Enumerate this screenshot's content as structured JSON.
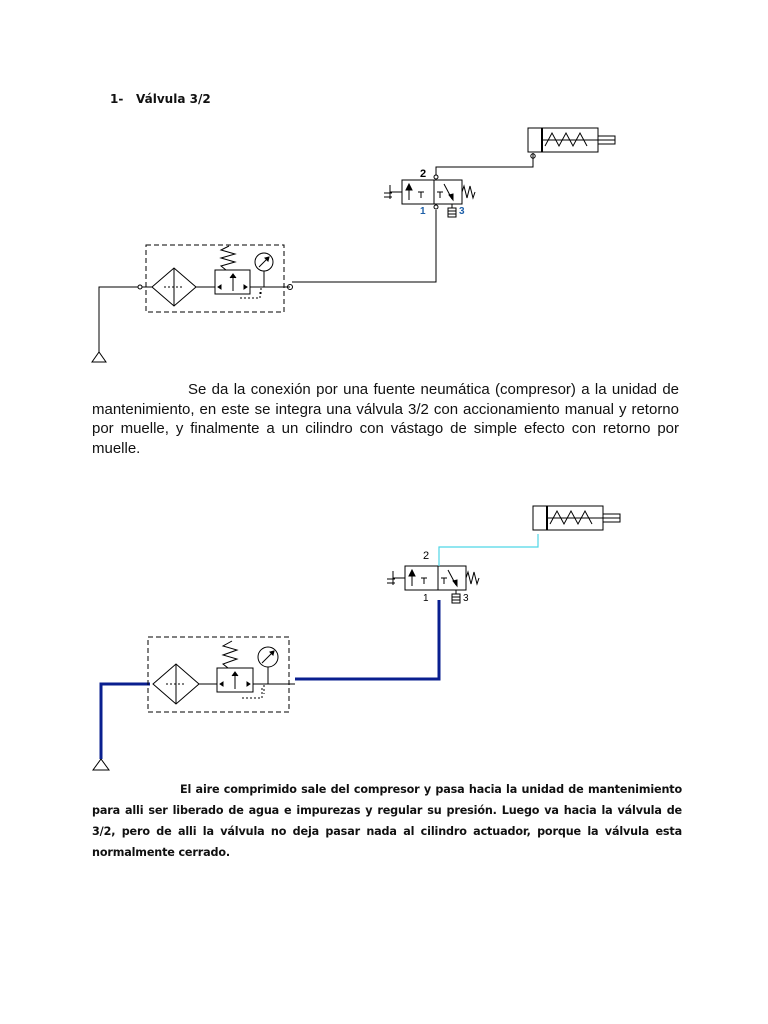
{
  "heading": {
    "number": "1-",
    "title": "Válvula 3/2"
  },
  "paragraph1": "Se da la conexión por una fuente neumática (compresor) a la unidad de mantenimiento, en este se integra una válvula 3/2 con accionamiento manual y retorno por muelle, y finalmente a un cilindro con vástago de simple efecto con retorno por muelle.",
  "paragraph2": "El aire comprimido sale del compresor y pasa hacia la unidad de mantenimiento para alli ser liberado de agua e impurezas y regular su presión. Luego va hacia la válvula de 3/2, pero de alli la válvula no deja pasar nada al cilindro actuador, porque la válvula esta normalmente cerrado.",
  "diagram1": {
    "port_labels": {
      "p2": "2",
      "p1": "1",
      "p3": "3"
    },
    "colors": {
      "lines": "#000000",
      "port_labels": "#1e5fa8",
      "port2": "#000000"
    }
  },
  "diagram2": {
    "port_labels": {
      "p2": "2",
      "p1": "1",
      "p3": "3"
    },
    "colors": {
      "pressurized_line": "#0a1f8f",
      "cylinder_line": "#4fd6e6",
      "port_labels": "#000000"
    }
  }
}
